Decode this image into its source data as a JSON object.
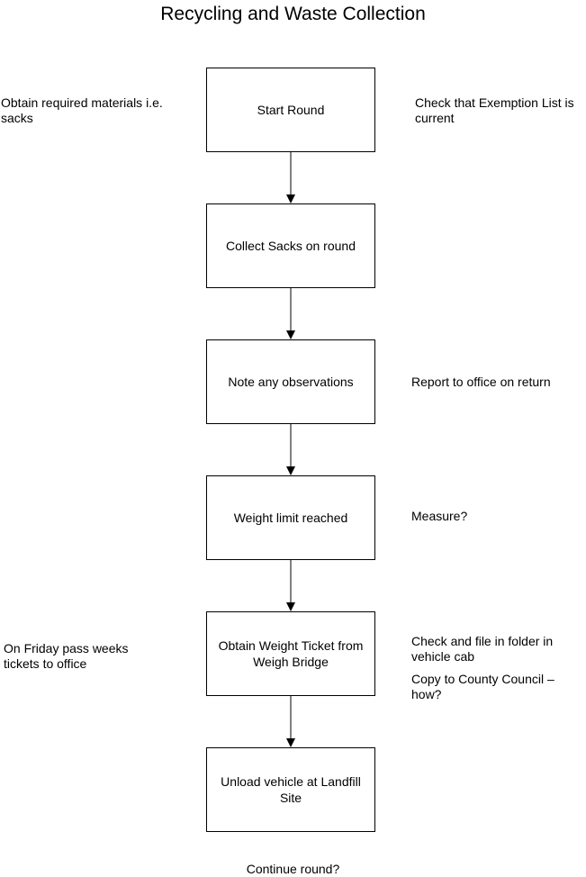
{
  "title": "Recycling and Waste Collection",
  "steps": [
    "Start Round",
    "Collect Sacks on round",
    "Note any observations",
    "Weight limit reached",
    "Obtain Weight Ticket from Weigh Bridge",
    "Unload vehicle at Landfill Site"
  ],
  "notes": {
    "left_1": "Obtain required materials i.e. sacks",
    "right_1": "Check that Exemption List is current",
    "right_3": "Report to office on return",
    "right_4": "Measure?",
    "left_5": "On Friday pass weeks tickets to office",
    "right_5a": "Check and file in folder in vehicle cab",
    "right_5b": "Copy to County Council – how?",
    "bottom": "Continue round?"
  }
}
